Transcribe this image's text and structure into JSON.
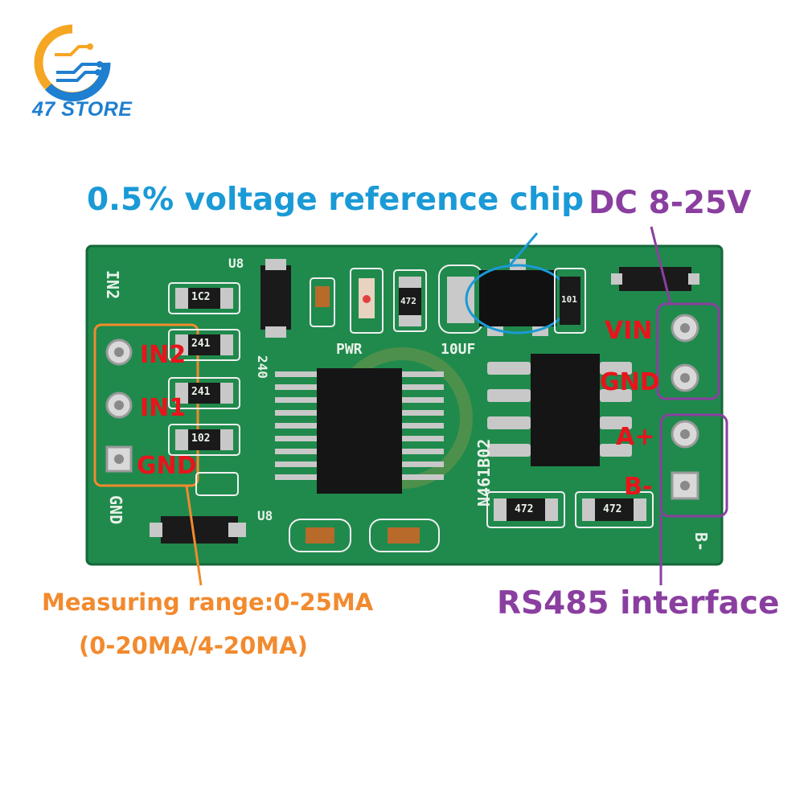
{
  "brand": {
    "name": "47 STORE",
    "logo_icon": "circuit-ring-logo"
  },
  "callouts": {
    "voltage_reference": "0.5% voltage reference chip",
    "power": "DC 8-25V",
    "measuring_range": "Measuring range:0-25MA",
    "measuring_modes": "(0-20MA/4-20MA)",
    "rs485": "RS485 interface"
  },
  "board": {
    "pin_labels_left": [
      "IN2",
      "IN1",
      "GND"
    ],
    "pin_labels_right": [
      "VIN",
      "GND",
      "A+",
      "B-"
    ],
    "silkscreen": {
      "in2": "IN2",
      "gnd": "GND",
      "b": "B-",
      "pwr": "PWR",
      "cap": "10UF",
      "u8_top": "U8",
      "u8_bottom": "U8",
      "r240": "240",
      "chip": "N461B02"
    },
    "resistor_codes": {
      "r1": "1C2",
      "r2": "241",
      "r3": "241",
      "r4": "102",
      "r5": "472",
      "r6": "472",
      "r7": "472",
      "r8": "101"
    }
  },
  "colors": {
    "pcb": "#1f8a4c",
    "brand_blue": "#1f7fd0",
    "callout_blue": "#1a9ad6",
    "callout_purple": "#8a3fa0",
    "callout_orange": "#f28a2e",
    "pin_label_red": "#e8141c"
  }
}
